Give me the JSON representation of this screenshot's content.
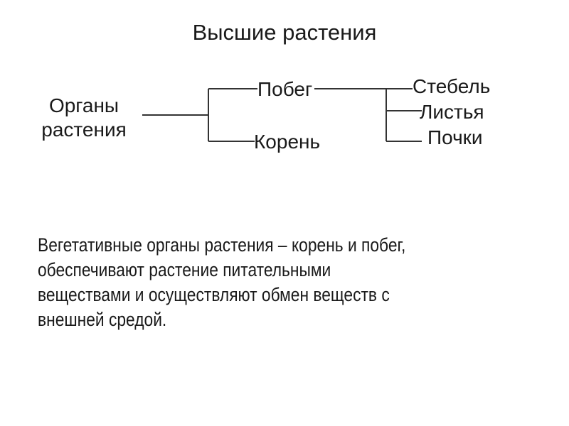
{
  "slide": {
    "title": "Высшие растения",
    "diagram": {
      "root": {
        "line1": "Органы",
        "line2": "растения"
      },
      "level1": [
        {
          "label": "Побег"
        },
        {
          "label": "Корень"
        }
      ],
      "shoot_children": [
        {
          "label": "Стебель"
        },
        {
          "label": "Листья"
        },
        {
          "label": "Почки"
        }
      ]
    },
    "description": "Вегетативные органы растения – корень и побег, обеспечивают растение питательными веществами и осуществляют обмен веществ с внешней средой.",
    "description_lines": [
      "Вегетативные органы растения – корень и побег,",
      "обеспечивают растение питательными",
      "веществами и осуществляют обмен веществ с",
      "внешней средой."
    ]
  }
}
